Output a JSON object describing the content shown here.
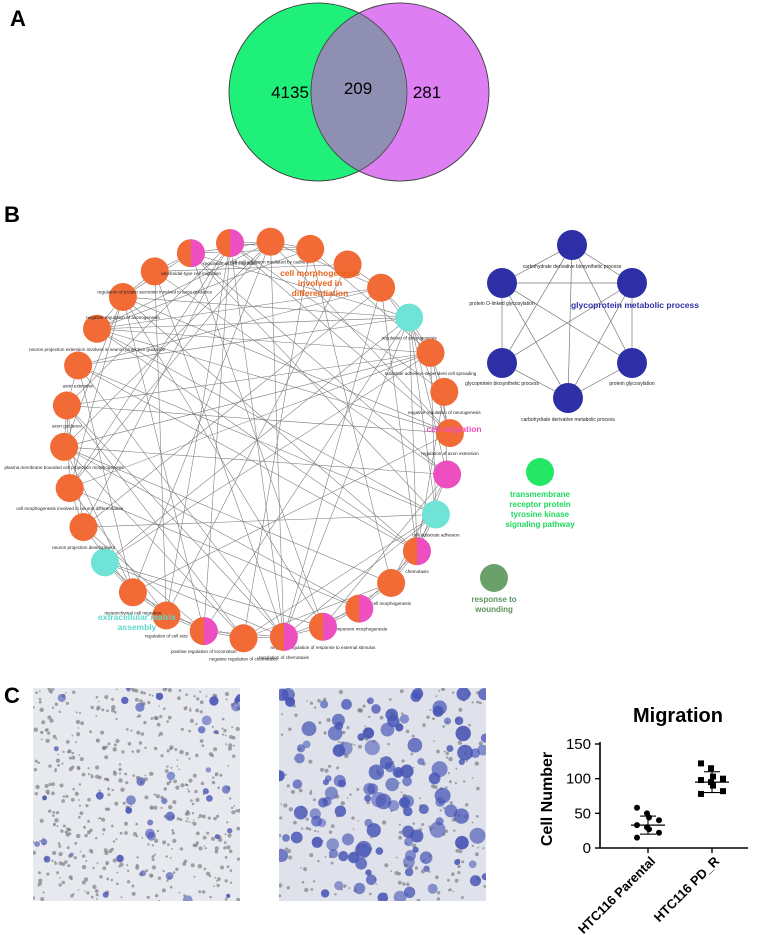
{
  "panels": {
    "a": "A",
    "b": "B",
    "c": "C"
  },
  "venn": {
    "left_only": "4135",
    "overlap": "209",
    "right_only": "281",
    "colors": {
      "left": "#1ef07a",
      "right": "#dd7ef2",
      "overlap": "#8e8fb2"
    }
  },
  "network": {
    "ring_nodes": [
      {
        "label": "cell-cell adhesion mediated by cadherin",
        "color": "orange"
      },
      {
        "label": "",
        "color": "orange"
      },
      {
        "label": "",
        "color": "orange"
      },
      {
        "label": "cell morphogenesis involved in differentiation",
        "color": "orange"
      },
      {
        "label": "regulation of axonogenesis",
        "color": "cyan"
      },
      {
        "label": "substrate adhesion-dependent cell spreading",
        "color": "orange"
      },
      {
        "label": "negative regulation of neurogenesis",
        "color": "orange"
      },
      {
        "label": "regulation of axon extension",
        "color": "orange"
      },
      {
        "label": "cell migration",
        "color": "pink"
      },
      {
        "label": "cell-substrate adhesion",
        "color": "cyan"
      },
      {
        "label": "chemotaxis",
        "color": "split"
      },
      {
        "label": "cell morphogenesis",
        "color": "orange"
      },
      {
        "label": "component morphogenesis",
        "color": "split"
      },
      {
        "label": "negative regulation of response to external stimulus",
        "color": "split"
      },
      {
        "label": "regulation of chemotaxis",
        "color": "split"
      },
      {
        "label": "negative regulation of chemotaxis",
        "color": "orange"
      },
      {
        "label": "positive regulation of locomotion",
        "color": "split"
      },
      {
        "label": "regulation of cell size",
        "color": "orange"
      },
      {
        "label": "mesenchymal cell migration",
        "color": "orange"
      },
      {
        "label": "extracellular matrix assembly",
        "color": "cyan"
      },
      {
        "label": "neuron projection development",
        "color": "orange"
      },
      {
        "label": "cell morphogenesis involved in neuron differentiation",
        "color": "orange"
      },
      {
        "label": "plasma membrane bounded cell projection morphogenesis",
        "color": "orange"
      },
      {
        "label": "axon guidance",
        "color": "orange"
      },
      {
        "label": "axon extension",
        "color": "orange"
      },
      {
        "label": "neuron projection extension involved in neuron projection guidance",
        "color": "orange"
      },
      {
        "label": "negative regulation of axonogenesis",
        "color": "orange"
      },
      {
        "label": "regulation of protein secretion involved in axon guidance",
        "color": "orange"
      },
      {
        "label": "ameboidal-type cell migration",
        "color": "split"
      },
      {
        "label": "regulation of cell migration",
        "color": "split"
      }
    ],
    "cluster_labels": {
      "cell_morph": "cell morphogenesis involved in differentiation",
      "cell_migration": "cell migration",
      "ecm": "extracellular matrix assembly",
      "rtk": "transmembrane receptor protein tyrosine kinase signaling pathway",
      "wound": "response to wounding",
      "glyco": "glycoprotein metabolic process"
    },
    "hex_nodes": [
      "carbohydrate derivative biosynthetic process",
      "glycoprotein metabolic process",
      "protein glycosylation",
      "carbohydrate derivative metabolic process",
      "glycoprotein biosynthetic process",
      "protein O-linked glycosylation"
    ],
    "colors": {
      "orange": "#f26a35",
      "pink": "#ee4fc0",
      "cyan": "#6fe3d6",
      "navy": "#2e2fa6",
      "green": "#24e765",
      "sage": "#6aa06a"
    }
  },
  "chart_data": {
    "type": "scatter",
    "title": "Migration",
    "ylabel": "Cell Number",
    "ylim": [
      0,
      150
    ],
    "yticks": [
      0,
      50,
      100,
      150
    ],
    "categories": [
      "HTC116 Parental",
      "HTC116 PD_R"
    ],
    "groups": [
      {
        "name": "HTC116 Parental",
        "points": [
          58,
          50,
          44,
          40,
          33,
          30,
          27,
          22,
          15
        ],
        "mean": 33,
        "sd": 13
      },
      {
        "name": "HTC116 PD_R",
        "points": [
          122,
          115,
          103,
          100,
          98,
          95,
          90,
          82,
          78
        ],
        "mean": 95,
        "sd": 15
      }
    ]
  }
}
